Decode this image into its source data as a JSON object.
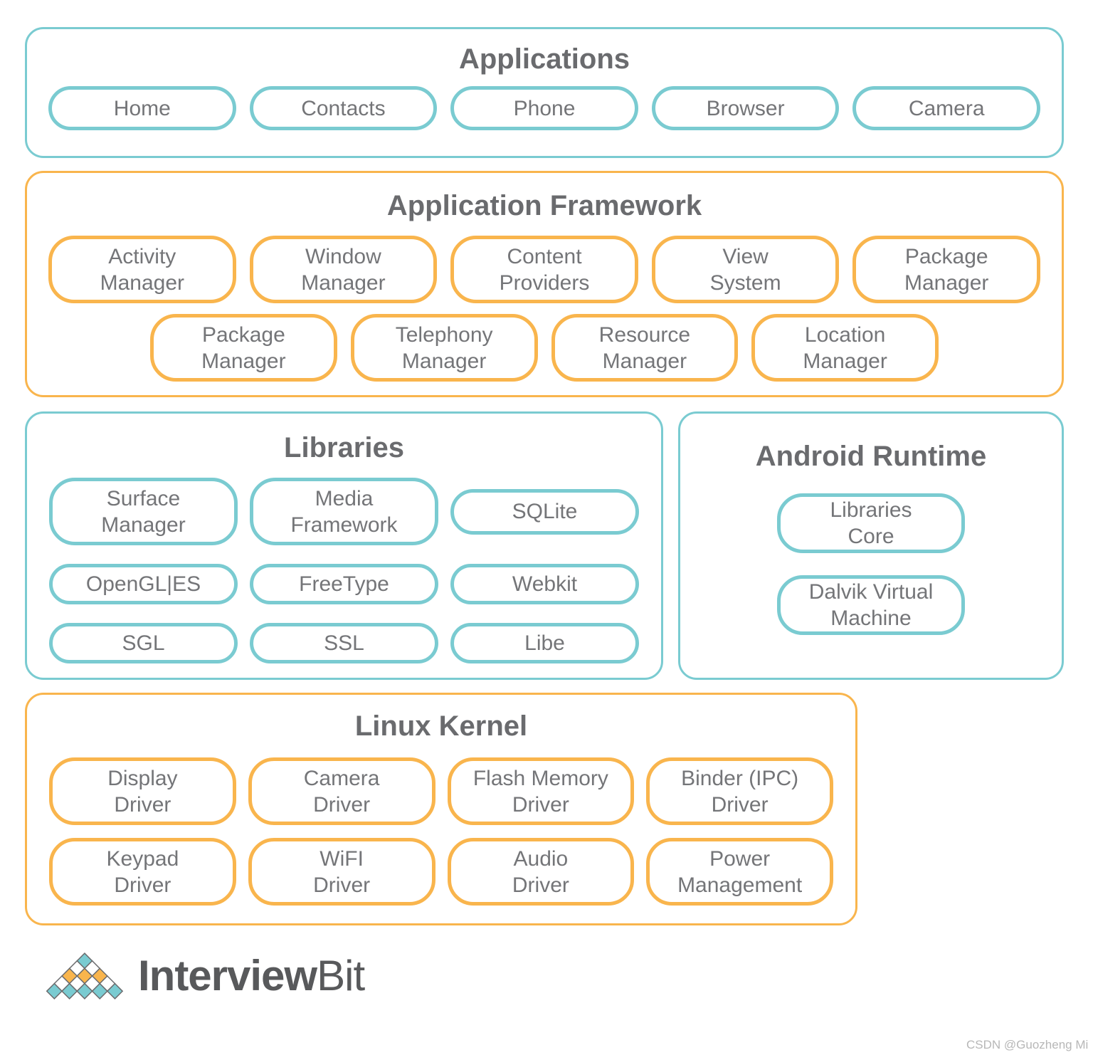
{
  "colors": {
    "teal": "#7ACBD1",
    "orange": "#F9B54D",
    "title-text": "#6A6B6E",
    "pill-text": "#747578",
    "logo-text": "#58595B",
    "logo-outline": "#6B6C6E",
    "watermark-text": "#B7B7B7",
    "background": "#FFFFFF"
  },
  "sections": {
    "applications": {
      "title": "Applications",
      "rows": [
        [
          "Home",
          "Contacts",
          "Phone",
          "Browser",
          "Camera"
        ]
      ]
    },
    "application_framework": {
      "title": "Application Framework",
      "rows": [
        [
          "Activity\nManager",
          "Window\nManager",
          "Content\nProviders",
          "View\nSystem",
          "Package\nManager"
        ],
        [
          "Package\nManager",
          "Telephony\nManager",
          "Resource\nManager",
          "Location\nManager"
        ]
      ]
    },
    "libraries": {
      "title": "Libraries",
      "rows": [
        [
          "Surface\nManager",
          "Media\nFramework",
          "SQLite"
        ],
        [
          "OpenGL|ES",
          "FreeType",
          "Webkit"
        ],
        [
          "SGL",
          "SSL",
          "Libe"
        ]
      ]
    },
    "android_runtime": {
      "title": "Android Runtime",
      "rows": [
        [
          "Libraries\nCore"
        ],
        [
          "Dalvik Virtual\nMachine"
        ]
      ]
    },
    "linux_kernel": {
      "title": "Linux Kernel",
      "rows": [
        [
          "Display\nDriver",
          "Camera\nDriver",
          "Flash Memory\nDriver",
          "Binder (IPC)\nDriver"
        ],
        [
          "Keypad\nDriver",
          "WiFI\nDriver",
          "Audio\nDriver",
          "Power\nManagement"
        ]
      ]
    }
  },
  "logo": {
    "brand_bold": "Interview",
    "brand_light": "Bit"
  },
  "watermark": "CSDN @Guozheng Mi"
}
